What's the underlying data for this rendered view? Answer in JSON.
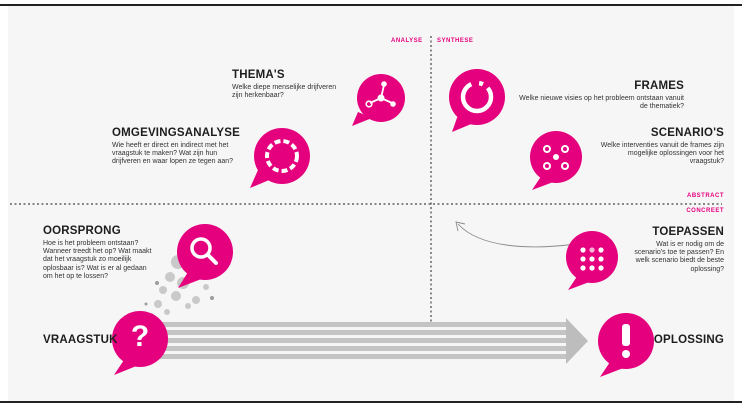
{
  "colors": {
    "accent": "#e5007e",
    "arrow_gray": "#bdbdbd",
    "dot_gray": "#c8c8c8",
    "dark": "#1d1d1d"
  },
  "labels": {
    "analyse": "ANALYSE",
    "synthese": "SYNTHESE",
    "abstract": "ABSTRACT",
    "concreet": "CONCREET"
  },
  "nodes": {
    "themas": {
      "title": "THEMA'S",
      "text": "Welke diepe menselijke drijfveren zijn herkenbaar?",
      "icon": "network-icon"
    },
    "omgevingsanalyse": {
      "title": "OMGEVINGSANALYSE",
      "text": "Wie heeft er direct en indirect met het vraagstuk te maken? Wat zijn hun drijfveren en waar lopen ze tegen aan?",
      "icon": "ring-icon"
    },
    "oorsprong": {
      "title": "OORSPRONG",
      "text": "Hoe is het probleem ontstaan? Wanneer treedt het op? Wat maakt dat het vraagstuk zo moeilijk oplosbaar is? Wat is er al gedaan om het op te lossen?",
      "icon": "magnifier-icon"
    },
    "frames": {
      "title": "FRAMES",
      "text": "Welke nieuwe visies op het probleem ontstaan vanuit de thematiek?",
      "icon": "dashed-circle-icon"
    },
    "scenarios": {
      "title": "SCENARIO'S",
      "text": "Welke interventies vanuit de frames zijn mogelijke oplossingen voor het vraagstuk?",
      "icon": "four-dots-icon"
    },
    "toepassen": {
      "title": "TOEPASSEN",
      "text": "Wat is er nodig om de scenario's toe te passen? En welk scenario biedt de beste oplossing?",
      "icon": "dot-grid-icon"
    },
    "vraagstuk": {
      "title": "VRAAGSTUK",
      "icon": "question-mark-icon"
    },
    "oplossing": {
      "title": "OPLOSSING",
      "icon": "exclamation-icon"
    }
  }
}
